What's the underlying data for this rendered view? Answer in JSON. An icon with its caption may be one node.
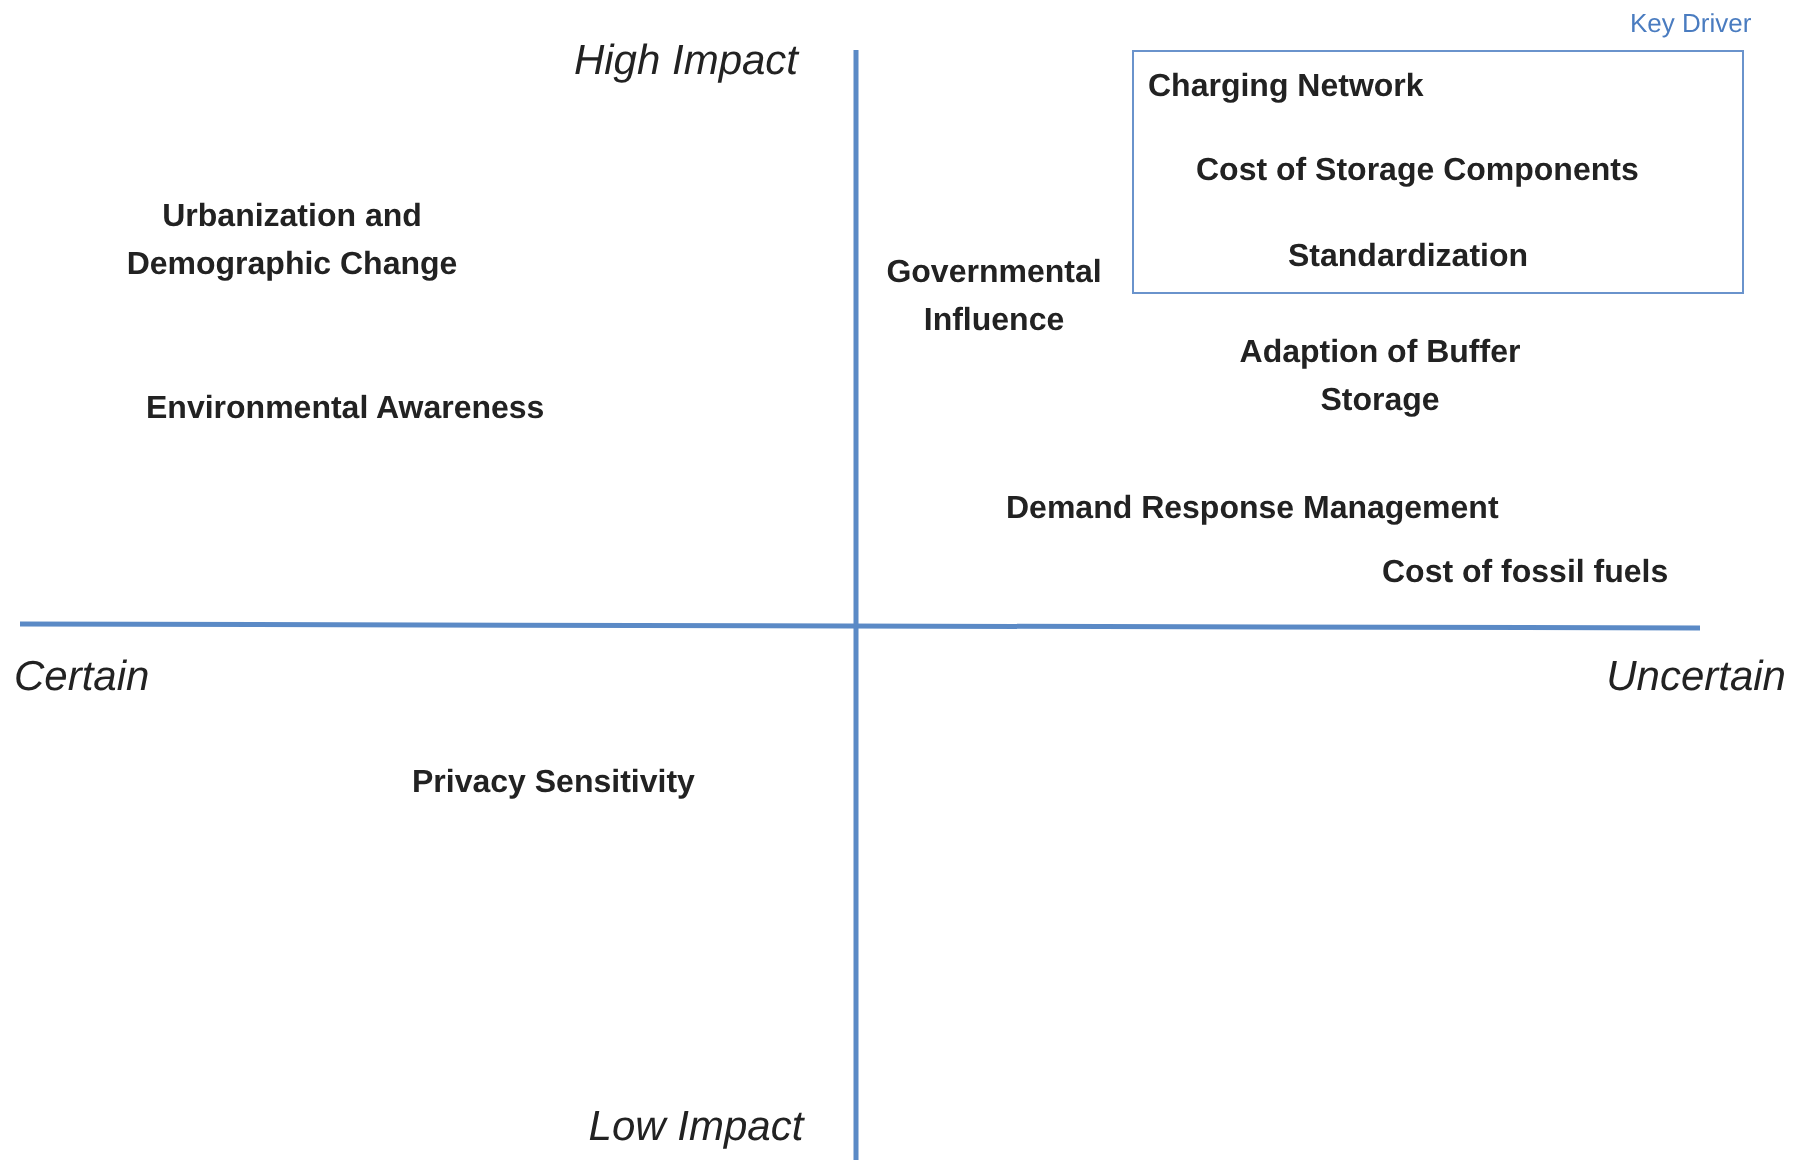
{
  "diagram": {
    "nodes": [
      {
        "text": [
          "Key Driver"
        ]
      },
      {
        "text": [
          "Charging Network"
        ],
        "in": 0
      },
      {
        "text": [
          "Cost of Storage Components"
        ],
        "in": 0
      },
      {
        "text": [
          "Standardization"
        ],
        "in": 0
      }
    ],
    "labels": [
      "High Impact",
      "Urbanization and Demographic Change",
      "Governmental Influence",
      "Adaption of Buffer Storage",
      "Environmental Awareness",
      "Demand Response Management",
      "Cost of fossil fuels",
      "Certain",
      "Uncertain",
      "Privacy Sensitivity",
      "Low Impact"
    ]
  }
}
